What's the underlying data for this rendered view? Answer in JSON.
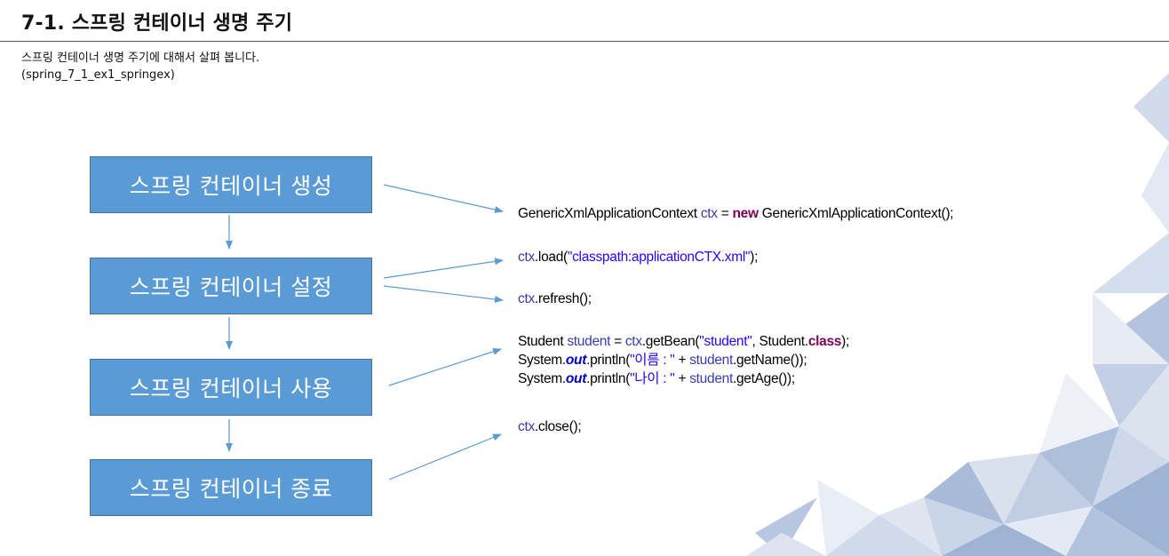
{
  "header": {
    "title": "7-1. 스프링 컨테이너 생명 주기",
    "description": "스프링 컨테이너 생명 주기에 대해서 살펴 봅니다.",
    "project": "(spring_7_1_ex1_springex)"
  },
  "steps": [
    {
      "label": "스프링 컨테이너 생성"
    },
    {
      "label": "스프링 컨테이너 설정"
    },
    {
      "label": "스프링 컨테이너 사용"
    },
    {
      "label": "스프링 컨테이너 종료"
    }
  ],
  "code": {
    "create": {
      "cls": "GenericXmlApplicationContext ",
      "var": "ctx",
      "assign": " = ",
      "kw": "new",
      "rest": " GenericXmlApplicationContext();"
    },
    "load": {
      "var": "ctx",
      "call": ".load(",
      "arg": "\"classpath:applicationCTX.xml\"",
      "end": ");"
    },
    "refresh": {
      "var": "ctx",
      "call": ".refresh();"
    },
    "use1": {
      "type": "Student ",
      "var": "student",
      "assign": " = ",
      "ctx": "ctx",
      "call": ".getBean(",
      "arg": "\"student\"",
      "mid": ", Student.",
      "kw": "class",
      "end": ");"
    },
    "use2": {
      "pre": "System.",
      "field": "out",
      "call": ".println(",
      "arg": "\"이름 : \"",
      "plus": " + ",
      "var": "student",
      "end": ".getName());"
    },
    "use3": {
      "pre": "System.",
      "field": "out",
      "call": ".println(",
      "arg": "\"나이 : \"",
      "plus": " + ",
      "var": "student",
      "end": ".getAge());"
    },
    "close": {
      "var": "ctx",
      "call": ".close();"
    }
  },
  "colors": {
    "box_fill": "#5b9bd5",
    "box_border": "#41719c",
    "arrow": "#5b9bd5",
    "variable": "#3a3ab0",
    "string": "#2a00ff",
    "keyword": "#7f0055",
    "static_field": "#0000c0"
  }
}
